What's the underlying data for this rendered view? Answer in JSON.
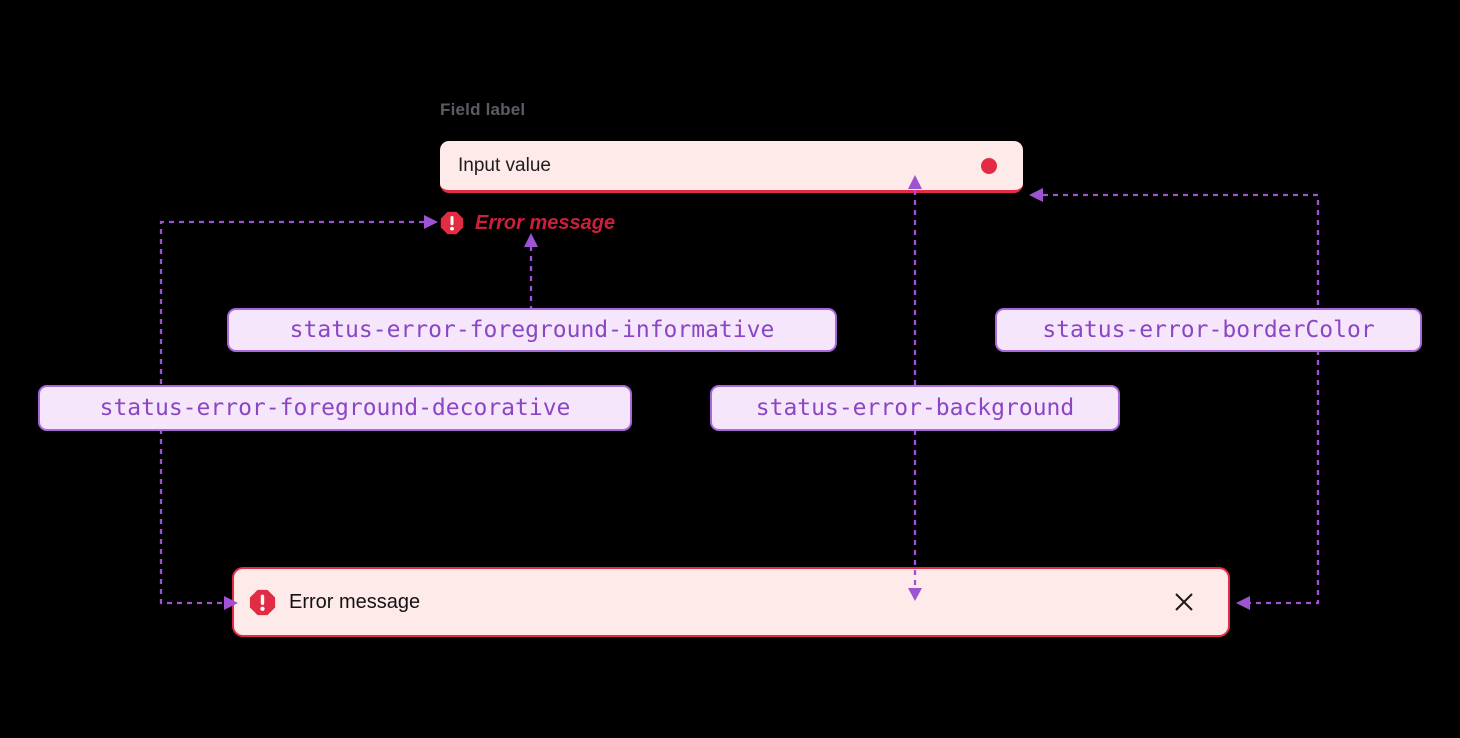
{
  "colors": {
    "canvas": "#000000",
    "status_background_pink": "#fdeae9",
    "status_border_red": "#e32b43",
    "status_icon_red": "#e12c43",
    "error_text_red": "#c9203c",
    "token_chip_bg": "#f6e6fc",
    "token_chip_border": "#a868d8",
    "token_chip_text": "#8b46c3",
    "arrow_purple": "#9d53d2",
    "field_label_gray": "#5a5d64",
    "value_text_dark": "#1d1d1d"
  },
  "field": {
    "label": "Field label",
    "value": "Input value"
  },
  "inline_error": {
    "message": "Error message"
  },
  "tokens": {
    "foreground_informative": "status-error-foreground-informative",
    "border_color": "status-error-borderColor",
    "foreground_decorative": "status-error-foreground-decorative",
    "background": "status-error-background"
  },
  "banner": {
    "message": "Error message"
  }
}
